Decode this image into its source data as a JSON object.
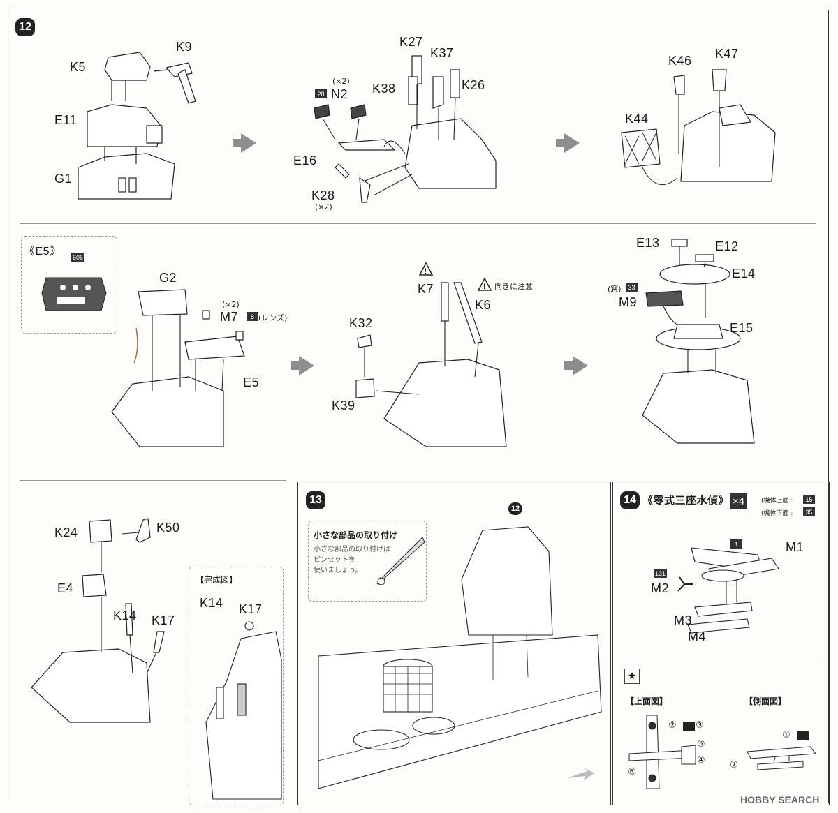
{
  "step12": {
    "badge": "12",
    "row1": {
      "a": {
        "k5": "K5",
        "k9": "K9",
        "e11": "E11",
        "g1": "G1"
      },
      "b": {
        "k27": "K27",
        "k37": "K37",
        "k38": "K38",
        "k26": "K26",
        "n2": "N2",
        "n2_qty": "(×2)",
        "n2_color": "28",
        "e16": "E16",
        "k28": "K28",
        "k28_qty": "(×2)"
      },
      "c": {
        "k46": "K46",
        "k47": "K47",
        "k44": "K44"
      }
    },
    "row2": {
      "inset": {
        "title": "《E5》",
        "color": "606"
      },
      "a": {
        "g2": "G2",
        "m7": "M7",
        "m7_qty": "(×2)",
        "m7_color": "8",
        "m7_note": "(レンズ)",
        "e5": "E5"
      },
      "b": {
        "k7": "K7",
        "k6": "K6",
        "k6_note": "向きに注意",
        "k32": "K32",
        "k39": "K39"
      },
      "c": {
        "e13": "E13",
        "e12": "E12",
        "e14": "E14",
        "m9_note": "(窓)",
        "m9_color": "33",
        "m9": "M9",
        "e15": "E15"
      }
    },
    "row3": {
      "k24": "K24",
      "k50": "K50",
      "e4": "E4",
      "k14": "K14",
      "k17": "K17",
      "complete": {
        "title": "【完成図】",
        "k14": "K14",
        "k17": "K17"
      }
    }
  },
  "step13": {
    "badge": "13",
    "tip": {
      "title": "小さな部品の取り付け",
      "text": "小さな部品の取り付けは\nピンセットを\n使いましょう。"
    },
    "ref": "12"
  },
  "step14": {
    "badge": "14",
    "title": "《零式三座水偵》",
    "qty": "×4",
    "top_note": "(機体上面 :",
    "top_color": "15",
    "bottom_note": "(機体下面 :",
    "bottom_color": "35",
    "m1": "M1",
    "m1_color": "1",
    "m2": "M2",
    "m2_color": "131",
    "m3": "M3",
    "m4": "M4",
    "decal": {
      "top_view": "【上面図】",
      "side_view": "【側面図】",
      "top_nums": [
        "②",
        "③",
        "⑤",
        "④",
        "⑥"
      ],
      "side_nums": [
        "①",
        "⑦"
      ]
    }
  },
  "watermark": "HOBBY SEARCH"
}
